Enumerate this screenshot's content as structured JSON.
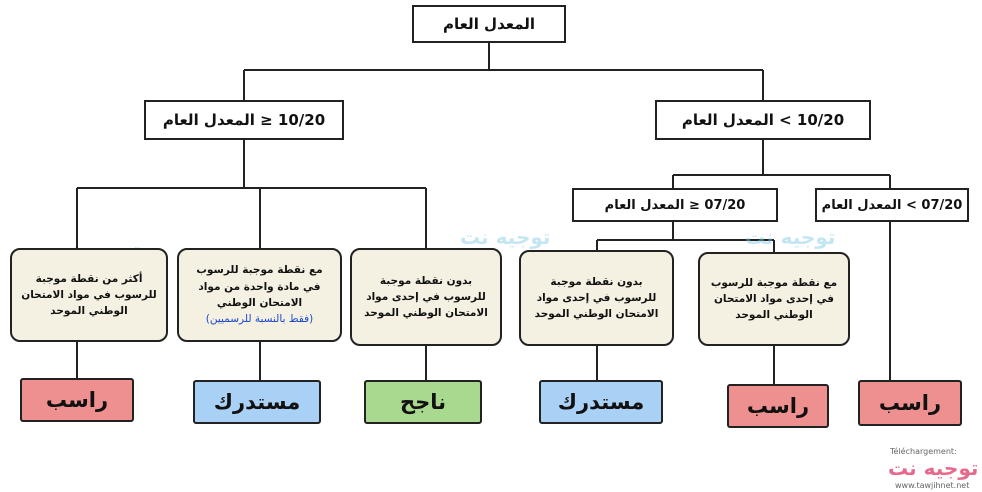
{
  "root": "المعدل العام",
  "branches": {
    "left": "10/20 ≤ المعدل العام",
    "right": "10/20 > المعدل العام",
    "right_left": "07/20 ≤ المعدل العام",
    "right_right": "07/20 > المعدل العام"
  },
  "conditions": {
    "c1": "أكثر من نقطة موجبة للرسوب في مواد الامتحان الوطني الموحد",
    "c2": "مع نقطة موجبة للرسوب في مادة واحدة من مواد الامتحان الوطني",
    "c2_note": "(فقط بالنسبة للرسميين)",
    "c3": "بدون نقطة موجبة للرسوب في إحدى مواد الامتحان الوطني الموحد",
    "c4": "بدون نقطة موجبة للرسوب في إحدى مواد الامتحان الوطني الموحد",
    "c5": "مع نقطة موجبة للرسوب في إحدى مواد الامتحان الوطني الموحد"
  },
  "results": {
    "r1": "راسب",
    "r2": "مستدرك",
    "r3": "ناجح",
    "r4": "مستدرك",
    "r5": "راسب",
    "r6": "راسب"
  },
  "watermark": "توجيه نت",
  "footer": {
    "tagline": "Téléchargement:",
    "brand": "توجيه نت",
    "url": "www.tawjihnet.net"
  },
  "colors": {
    "fail": "#ee8f90",
    "resit": "#a9d1f5",
    "pass": "#a9d98e",
    "condition": "#f4f1e3"
  }
}
